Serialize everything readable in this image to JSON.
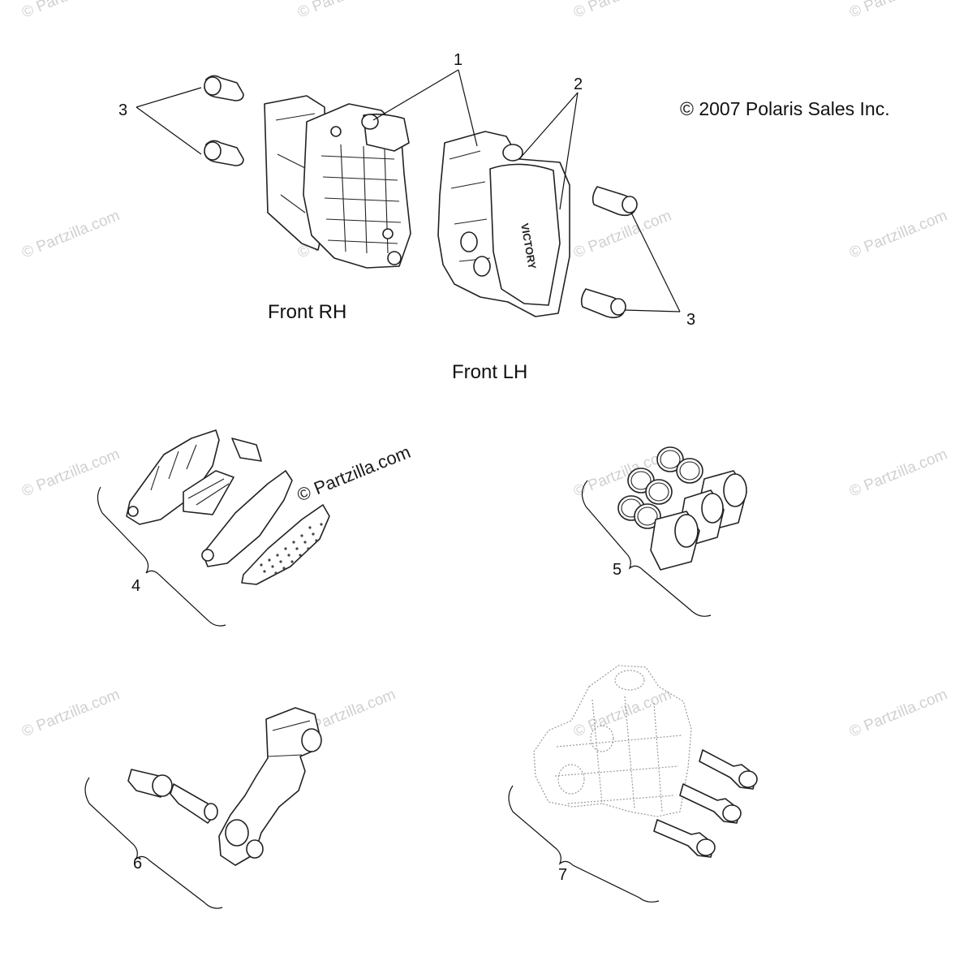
{
  "copyright": "© 2007 Polaris Sales Inc.",
  "captions": {
    "front_rh": "Front RH",
    "front_lh": "Front LH"
  },
  "callouts": {
    "c1": "1",
    "c2": "2",
    "c3_left": "3",
    "c3_right": "3",
    "c4": "4",
    "c5": "5",
    "c6": "6",
    "c7": "7"
  },
  "caliper_branding": "VICTORY",
  "watermark": {
    "text": "© Partzilla.com",
    "center_text": "© Partzilla.com"
  }
}
